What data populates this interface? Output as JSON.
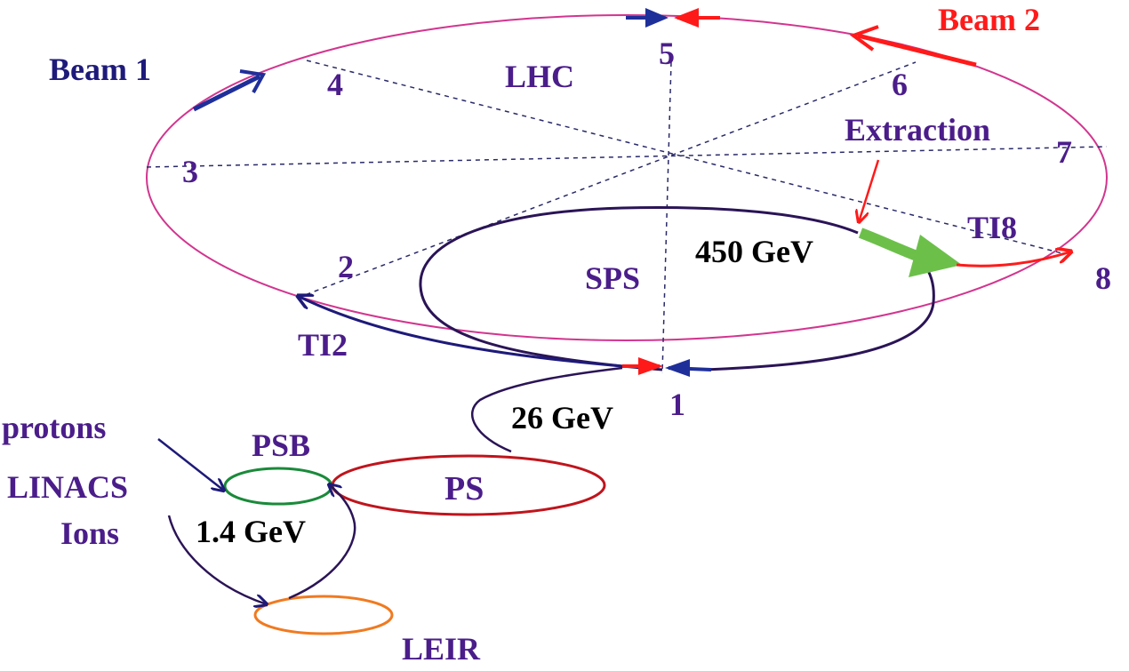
{
  "colors": {
    "lhc_ring": "#d2358f",
    "sps_ring": "#2a1456",
    "ps_ring": "#c0141c",
    "psb_ring": "#1a8a3a",
    "leir_ring": "#f07a20",
    "beam1": "#1f2f9a",
    "beam2": "#ff1a1a",
    "extraction_arrow": "#6cc04a",
    "label_purple": "#4b1d8a",
    "label_navy": "#1e1a7a",
    "label_red": "#ff1a1a",
    "label_black": "#000000"
  },
  "labels": {
    "beam1": "Beam 1",
    "beam2": "Beam 2",
    "lhc": "LHC",
    "sps": "SPS",
    "ps": "PS",
    "psb": "PSB",
    "leir": "LEIR",
    "ti2": "TI2",
    "ti8": "TI8",
    "extraction": "Extraction",
    "energy_450": "450 GeV",
    "energy_26": "26 GeV",
    "energy_1_4": "1.4 GeV",
    "protons": "protons",
    "linacs": "LINACS",
    "ions": "Ions"
  },
  "points": {
    "p1": "1",
    "p2": "2",
    "p3": "3",
    "p4": "4",
    "p5": "5",
    "p6": "6",
    "p7": "7",
    "p8": "8"
  }
}
